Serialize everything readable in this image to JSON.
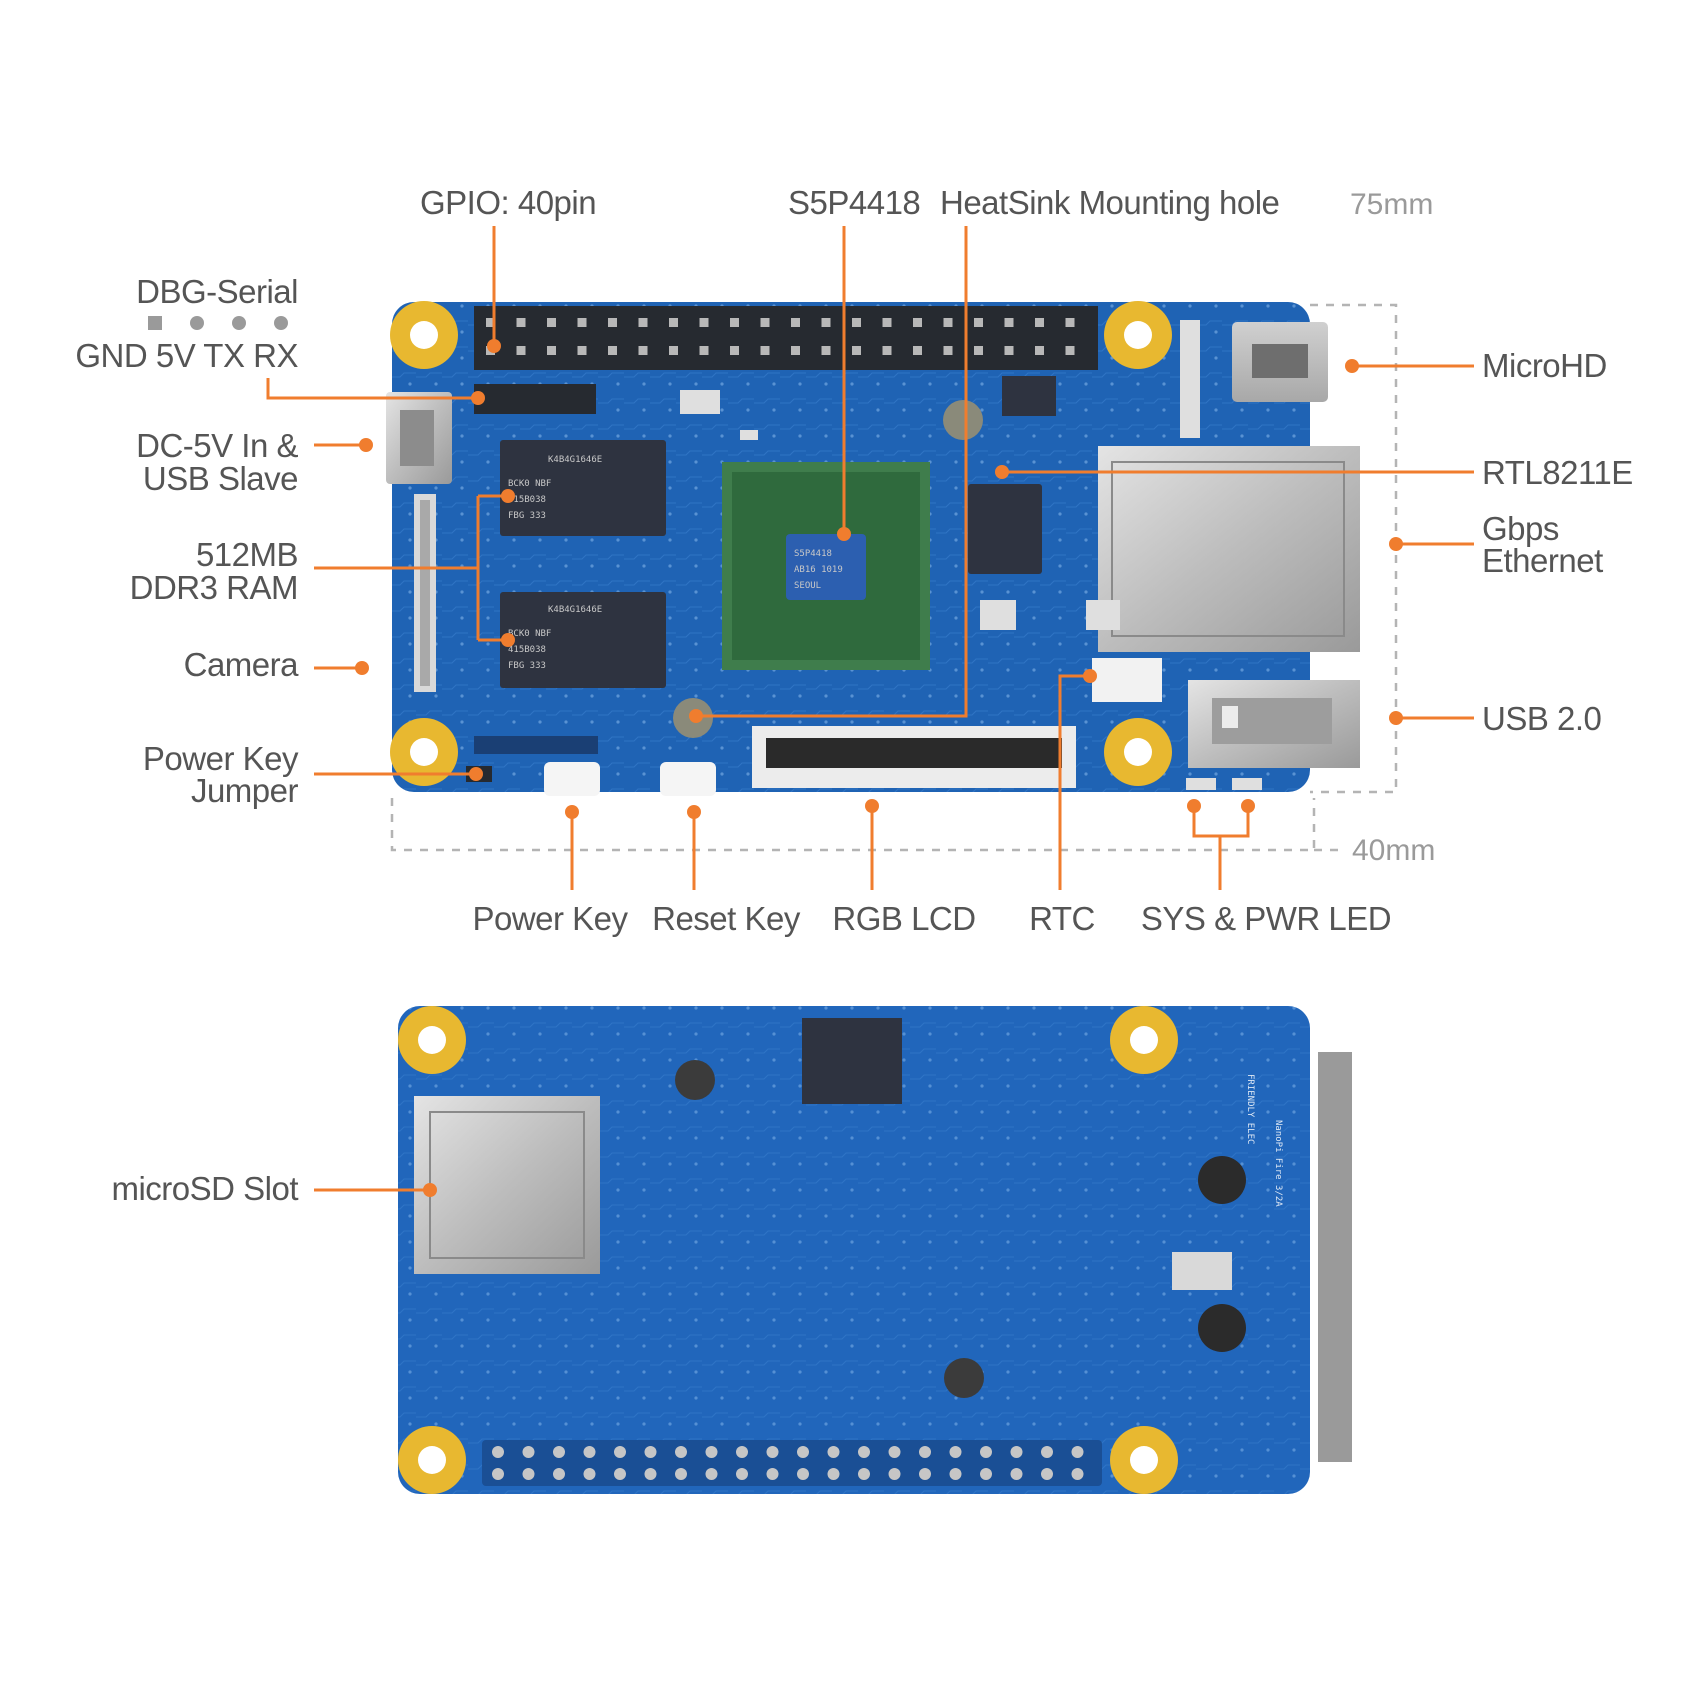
{
  "top_labels": {
    "gpio": "GPIO: 40pin",
    "soc": "S5P4418",
    "heatsink": "HeatSink Mounting hole"
  },
  "dimensions": {
    "width": "75mm",
    "height": "40mm"
  },
  "left_labels": {
    "dbg_serial_title": "DBG-Serial",
    "dbg_serial_pins": "GND 5V TX RX",
    "dc_in_line1": "DC-5V In &",
    "dc_in_line2": "USB Slave",
    "ram_line1": "512MB",
    "ram_line2": "DDR3 RAM",
    "camera": "Camera",
    "power_jumper_line1": "Power Key",
    "power_jumper_line2": "Jumper",
    "microsd": "microSD Slot"
  },
  "right_labels": {
    "microhd": "MicroHD",
    "rtl": "RTL8211E",
    "ethernet_line1": "Gbps",
    "ethernet_line2": "Ethernet",
    "usb": "USB 2.0"
  },
  "bottom_labels": {
    "power_key": "Power Key",
    "reset_key": "Reset Key",
    "rgb_lcd": "RGB LCD",
    "rtc": "RTC",
    "leds": "SYS & PWR LED"
  },
  "board_text": {
    "bottom_model": "NanoPi Fire 3/2A",
    "bottom_brand": "FRIENDLY ELEC"
  },
  "colors": {
    "pcb_blue": "#1f63b4",
    "leader_orange": "#f07d2e",
    "mount_gold": "#e8b830",
    "label_gray": "#555555"
  }
}
